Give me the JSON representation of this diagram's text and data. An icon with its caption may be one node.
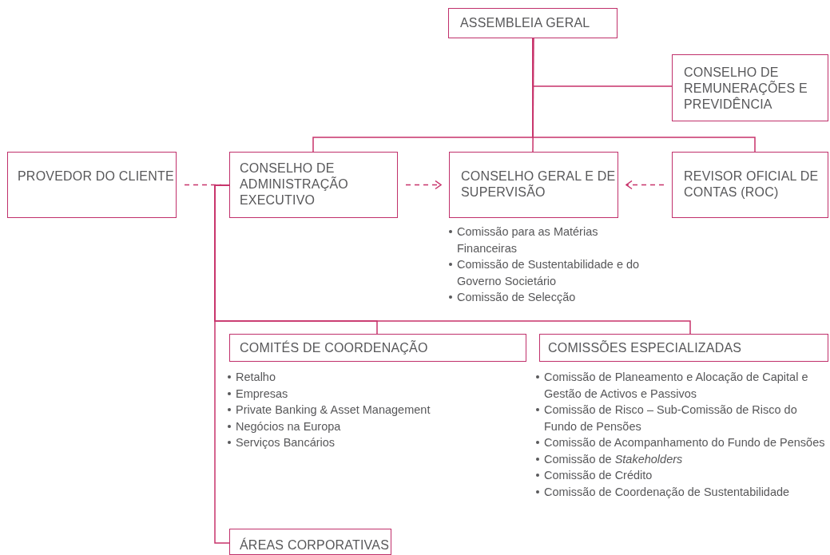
{
  "diagram": {
    "nodes": [
      {
        "text": [
          "ASSEMBLEIA GERAL"
        ]
      },
      {
        "text": [
          "CONSELHO DE REMUNERAÇÕES E PREVIDÊNCIA"
        ]
      },
      {
        "text": [
          "PROVEDOR DO CLIENTE"
        ]
      },
      {
        "text": [
          "CONSELHO DE ADMINISTRAÇÃO EXECUTIVO"
        ]
      },
      {
        "text": [
          "CONSELHO GERAL E DE SUPERVISÃO"
        ],
        "beside": [
          "Comissão para as Matérias Financeiras",
          "Comissão de Sustentabilidade e do Governo Societário",
          "Comissão de Selecção"
        ]
      },
      {
        "text": [
          "REVISOR OFICIAL DE CONTAS (ROC)"
        ]
      },
      {
        "text": [
          "COMITÉS DE COORDENAÇÃO"
        ],
        "beside": [
          "Retalho",
          "Empresas",
          "Private Banking & Asset Management",
          "Negócios na Europa",
          "Serviços Bancários"
        ]
      },
      {
        "text": [
          "COMISSÕES ESPECIALIZADAS"
        ],
        "beside": [
          "Comissão de Planeamento e Alocação de Capital e Gestão de Activos e Passivos",
          "Comissão de Risco – Sub-Comissão de Risco do Fundo de Pensões",
          "Comissão de Acompanhamento do Fundo de Pensões",
          "Comissão de *Stakeholders*",
          "Comissão de Crédito",
          "Comissão de Coordenação de Sustentabilidade"
        ]
      },
      {
        "text": [
          "ÁREAS CORPORATIVAS"
        ]
      }
    ],
    "edges": [
      {
        "from": 0,
        "to": 4,
        "arrow": "none"
      },
      {
        "from": 0,
        "to": 1,
        "arrow": "none"
      },
      {
        "from": 0,
        "to": 3,
        "arrow": "none"
      },
      {
        "from": 0,
        "to": 5,
        "arrow": "none"
      },
      {
        "from": 2,
        "to": 3,
        "arrow": "none",
        "style": "dashed"
      },
      {
        "from": 3,
        "to": 4,
        "arrow": "to",
        "style": "dashed"
      },
      {
        "from": 5,
        "to": 4,
        "arrow": "to",
        "style": "dashed"
      },
      {
        "from": 3,
        "to": 6,
        "arrow": "none"
      },
      {
        "from": 3,
        "to": 7,
        "arrow": "none"
      },
      {
        "from": 3,
        "to": 8,
        "arrow": "none"
      }
    ]
  }
}
